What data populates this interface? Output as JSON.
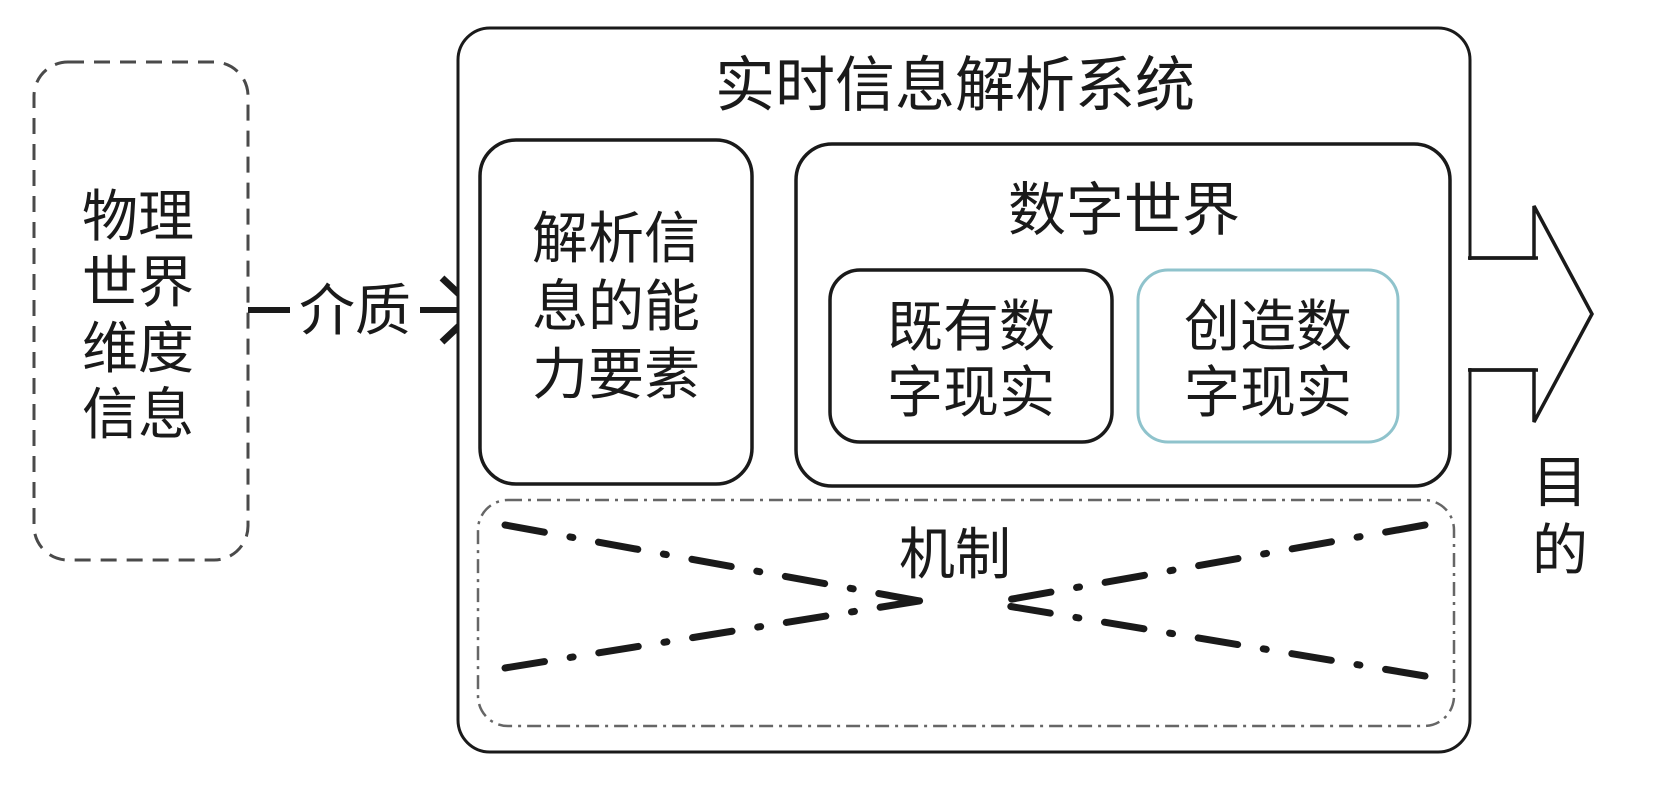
{
  "physical_world": {
    "lines": [
      "物理",
      "世界",
      "维度",
      "信息"
    ]
  },
  "medium_label": "介质",
  "system": {
    "title": "实时信息解析系统",
    "ability": {
      "lines": [
        "解析信",
        "息的能",
        "力要素"
      ]
    },
    "digital_world": {
      "title": "数字世界",
      "existing": {
        "lines": [
          "既有数",
          "字现实"
        ]
      },
      "created": {
        "lines": [
          "创造数",
          "字现实"
        ]
      }
    },
    "mechanism": {
      "label": "机制"
    }
  },
  "purpose": {
    "lines": [
      "目",
      "的"
    ]
  },
  "colors": {
    "stroke": "#1a1a1a",
    "dashed_stroke": "#4a4a4a",
    "created_border": "#8fc3cc"
  }
}
